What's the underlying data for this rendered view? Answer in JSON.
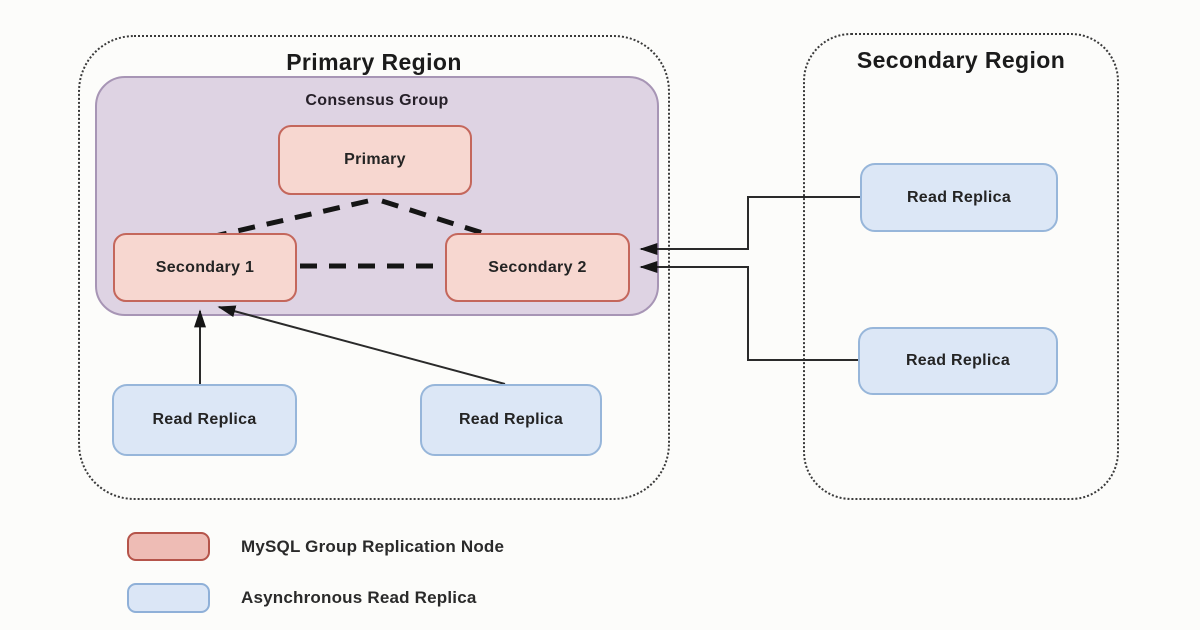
{
  "colors": {
    "background": "#fcfcfa",
    "group_node_fill": "#f7d7d0",
    "group_node_border": "#c4675c",
    "replica_fill": "#dce7f6",
    "replica_border": "#97b6da",
    "consensus_fill": "#ded3e3",
    "consensus_border": "#a795b5",
    "region_border": "#3a3a3a",
    "connector": "#151515",
    "legend_group_fill": "#eebcb5",
    "legend_group_border": "#b5544a",
    "legend_replica_fill": "#dbe6f6",
    "legend_replica_border": "#8fb0d8"
  },
  "primary_region": {
    "title": "Primary Region",
    "consensus_group": {
      "label": "Consensus Group",
      "nodes": {
        "primary": "Primary",
        "secondary1": "Secondary 1",
        "secondary2": "Secondary 2"
      }
    },
    "read_replicas": [
      "Read Replica",
      "Read Replica"
    ]
  },
  "secondary_region": {
    "title": "Secondary Region",
    "read_replicas": [
      "Read Replica",
      "Read Replica"
    ]
  },
  "legend": {
    "items": [
      {
        "swatch": "mysql-group-replication-node",
        "label": "MySQL Group Replication Node"
      },
      {
        "swatch": "asynchronous-read-replica",
        "label": "Asynchronous Read Replica"
      }
    ]
  }
}
